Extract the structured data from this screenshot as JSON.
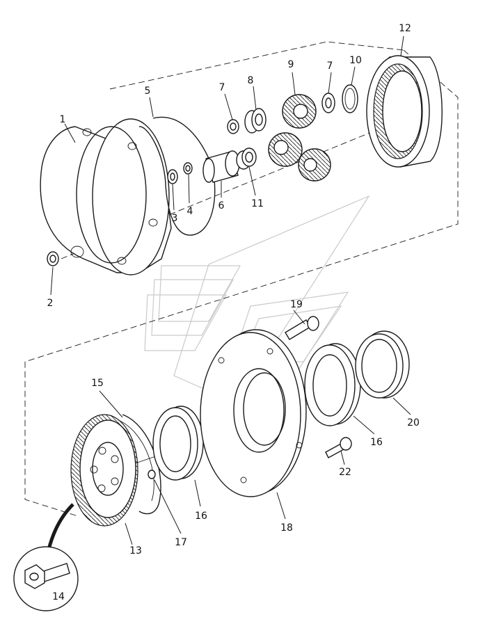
{
  "callouts": {
    "c1": "1",
    "c2": "2",
    "c3": "3",
    "c4": "4",
    "c5": "5",
    "c6": "6",
    "c7a": "7",
    "c7b": "7",
    "c8": "8",
    "c9": "9",
    "c10": "10",
    "c11": "11",
    "c12": "12",
    "c13": "13",
    "c14": "14",
    "c15": "15",
    "c16a": "16",
    "c16b": "16",
    "c17": "17",
    "c18": "18",
    "c19": "19",
    "c20": "20",
    "c22": "22"
  },
  "colors": {
    "line": "#1a1a1a",
    "watermark": "#c9c9c9",
    "background": "#ffffff"
  }
}
